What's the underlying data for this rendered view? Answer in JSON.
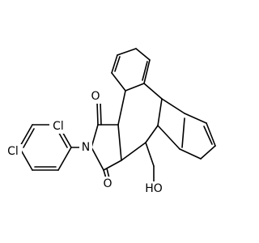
{
  "molecule": {
    "atoms": [
      {
        "id": "O1",
        "text": "O"
      },
      {
        "id": "O2",
        "text": "O"
      },
      {
        "id": "N1",
        "text": "N"
      },
      {
        "id": "Cl1",
        "text": "Cl"
      },
      {
        "id": "Cl2",
        "text": "Cl"
      },
      {
        "id": "OH1",
        "text": "HO"
      }
    ]
  },
  "colors": {
    "bond": "#000000",
    "background": "#ffffff"
  }
}
